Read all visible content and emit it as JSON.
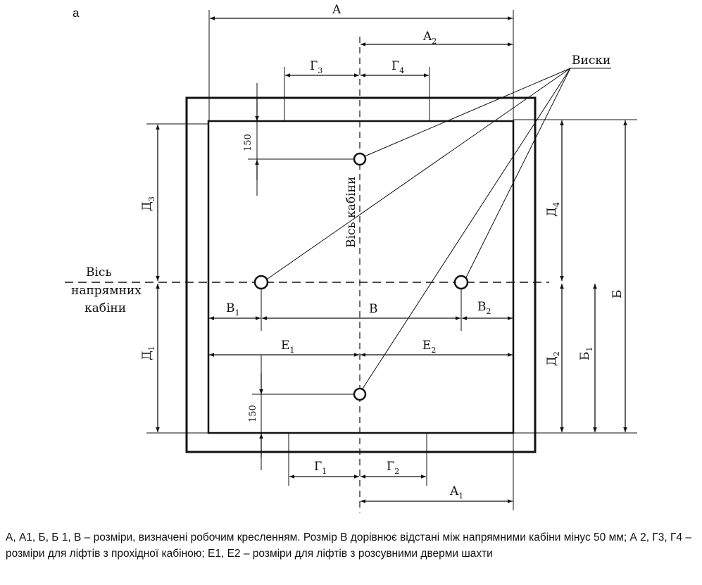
{
  "figure": {
    "corner_label": "а",
    "leaders_label": "Виски",
    "axis_cabin_label": "Вісь кабіни",
    "axis_guides_label_1": "Вісь",
    "axis_guides_label_2": "напрямних",
    "axis_guides_label_3": "кабіни",
    "dims": {
      "A": {
        "main": "A",
        "sub": ""
      },
      "A2": {
        "main": "A",
        "sub": "2"
      },
      "A1": {
        "main": "A",
        "sub": "1"
      },
      "G3": {
        "main": "Г",
        "sub": "3"
      },
      "G4": {
        "main": "Г",
        "sub": "4"
      },
      "G1": {
        "main": "Г",
        "sub": "1"
      },
      "G2": {
        "main": "Г",
        "sub": "2"
      },
      "V1": {
        "main": "В",
        "sub": "1"
      },
      "V": {
        "main": "В",
        "sub": ""
      },
      "V2": {
        "main": "В",
        "sub": "2"
      },
      "E1": {
        "main": "Е",
        "sub": "1"
      },
      "E2": {
        "main": "Е",
        "sub": "2"
      },
      "D3": {
        "main": "Д",
        "sub": "3"
      },
      "D1": {
        "main": "Д",
        "sub": "1"
      },
      "D4": {
        "main": "Д",
        "sub": "4"
      },
      "D2": {
        "main": "Д",
        "sub": "2"
      },
      "B1": {
        "main": "Б",
        "sub": "1"
      },
      "B": {
        "main": "Б",
        "sub": ""
      },
      "off_top": {
        "main": "150",
        "sub": ""
      },
      "off_bottom": {
        "main": "150",
        "sub": ""
      }
    }
  },
  "caption": "А, А1, Б, Б 1, В – розміри, визначені робочим кресленням. Розмір В дорівнює відстані між напрямними кабіни мінус 50 мм; А 2, Г3, Г4 – розміри для ліфтів з прохідної кабіною; Е1, Е2 – розміри для ліфтів з розсувними дверми шахти"
}
